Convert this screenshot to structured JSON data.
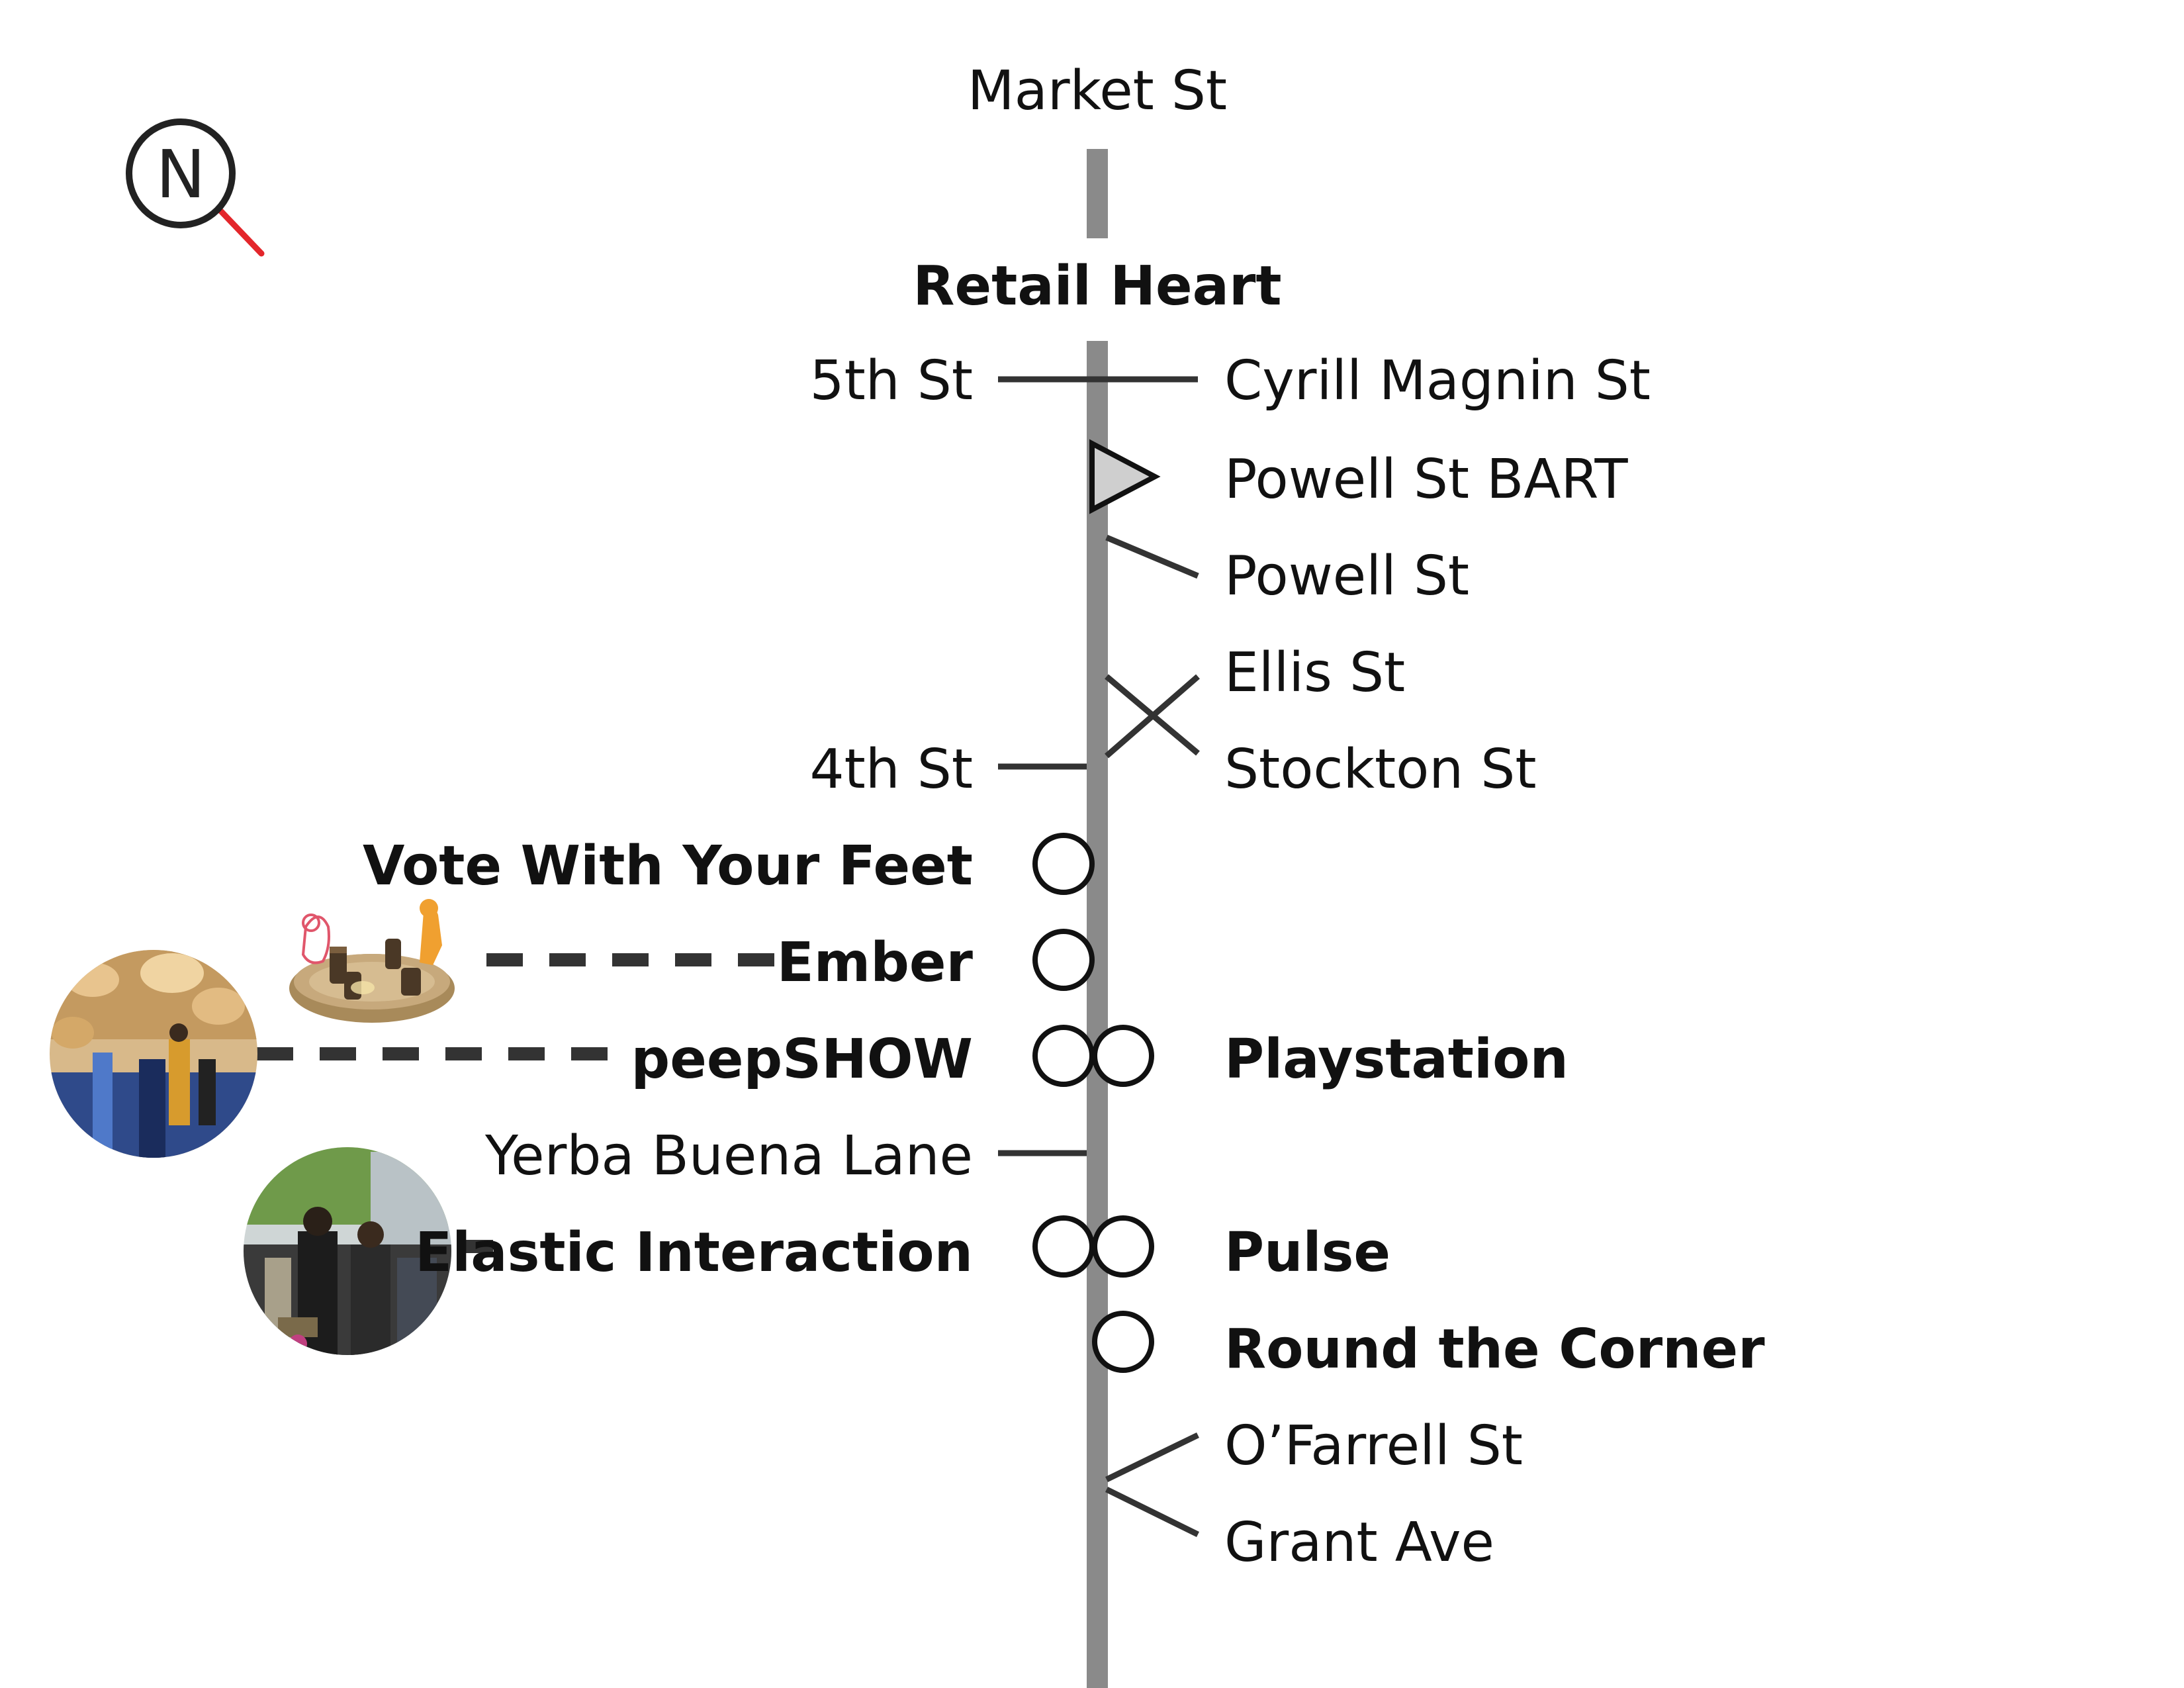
{
  "colors": {
    "spine": "#8a8a8a",
    "street_line": "#333333",
    "text": "#111111",
    "north_circle": "#222222",
    "north_needle": "#e3262b",
    "bart_fill": "#cfcfcf"
  },
  "north_arrow": {
    "letter": "N",
    "icon": "north-arrow-icon"
  },
  "top_label": "Market St",
  "section_title": "Retail Heart",
  "streets": {
    "fifth": "5th St",
    "cyrill": "Cyrill Magnin St",
    "powell_bart": "Powell St BART",
    "powell": "Powell St",
    "ellis": "Ellis St",
    "fourth": "4th St",
    "stockton": "Stockton St",
    "yerba": "Yerba Buena Lane",
    "ofarrell": "O’Farrell St",
    "grant": "Grant Ave"
  },
  "installations": {
    "vote": "Vote With Your Feet",
    "ember": "Ember",
    "peepshow": "peepSHOW",
    "playstation": "Playstation",
    "elastic": "Elastic Interaction",
    "pulse": "Pulse",
    "round": "Round the Corner"
  }
}
